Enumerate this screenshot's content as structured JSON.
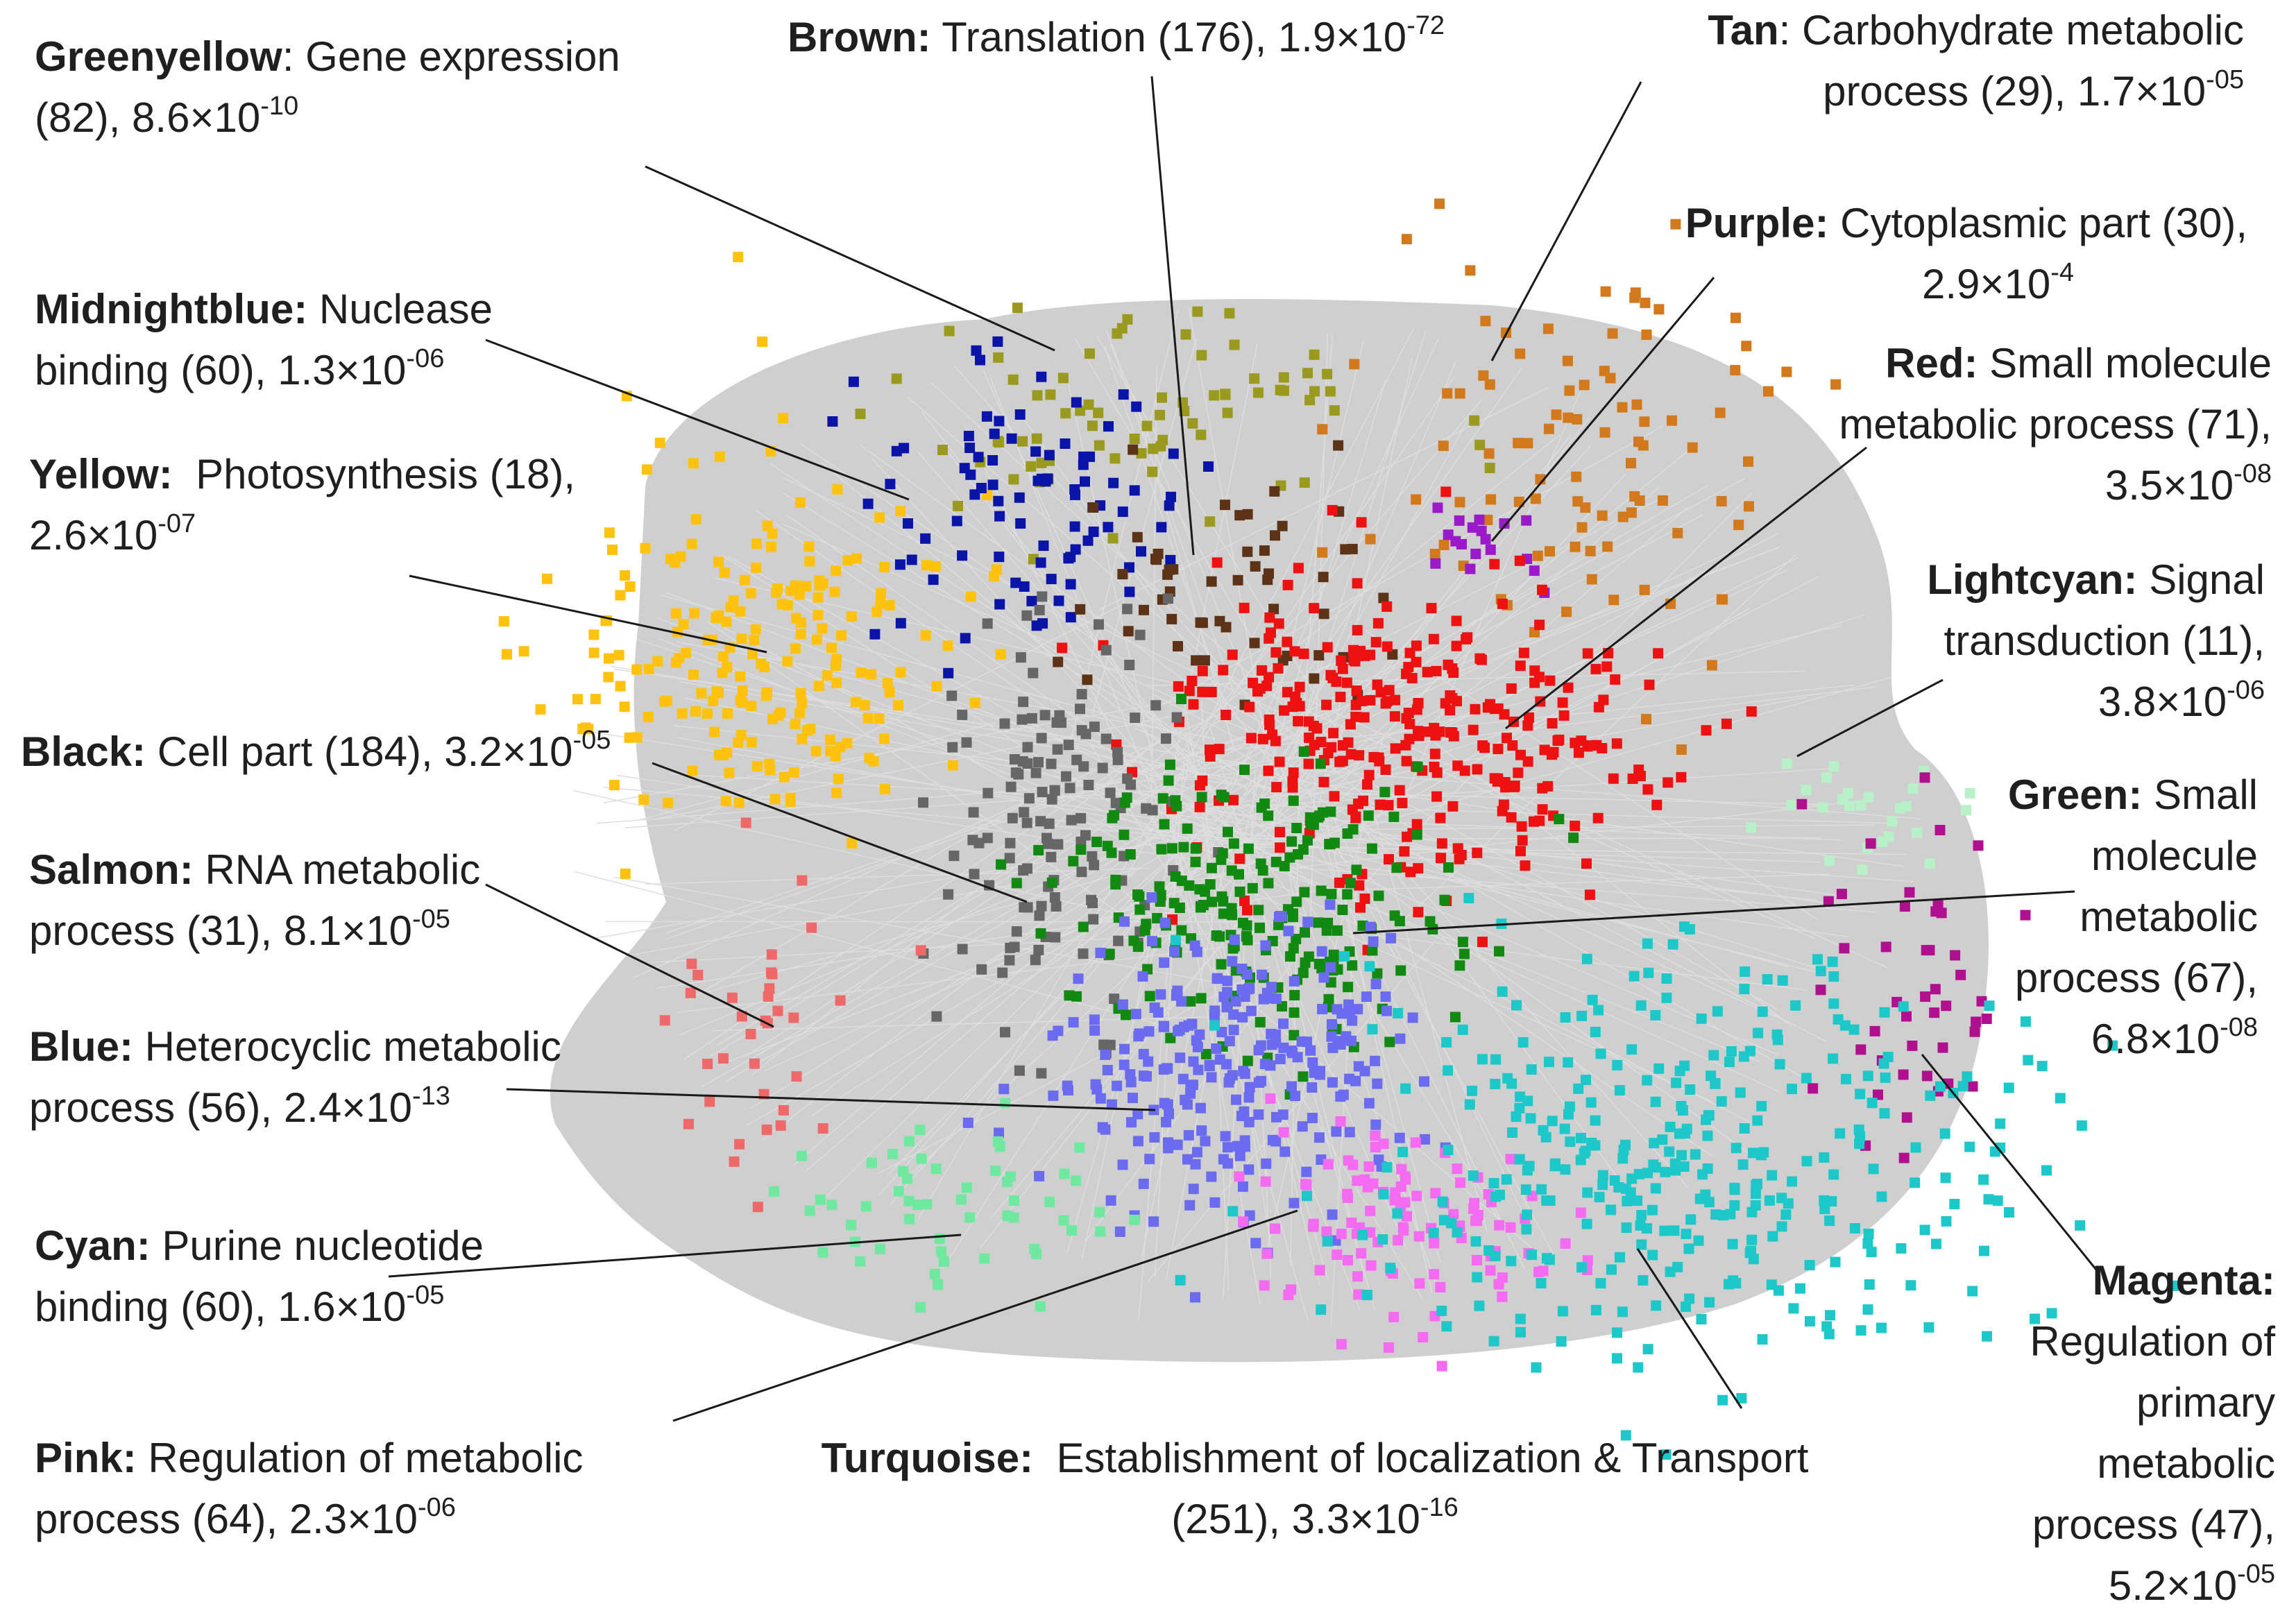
{
  "modules": [
    {
      "id": "greenyellow",
      "name": "Greenyellow",
      "sep": ":",
      "term": "Gene expression",
      "count": "(82)",
      "pbase": "8.6×10",
      "pexp": "-10",
      "color": "#9a9a1e"
    },
    {
      "id": "brown",
      "name": "Brown:",
      "sep": "",
      "term": "Translation",
      "count": "(176)",
      "pbase": "1.9×10",
      "pexp": "-72",
      "color": "#5c3317"
    },
    {
      "id": "tan",
      "name": "Tan",
      "sep": ":",
      "term": "Carbohydrate metabolic process",
      "count": "(29)",
      "pbase": "1.7×10",
      "pexp": "-05",
      "color": "#d2791c"
    },
    {
      "id": "purple",
      "name": "Purple:",
      "sep": "",
      "term": "Cytoplasmic part",
      "count": "(30)",
      "pbase": "2.9×10",
      "pexp": "-4",
      "color": "#9a19c8"
    },
    {
      "id": "midnightblue",
      "name": "Midnightblue:",
      "sep": "",
      "term": "Nuclease binding",
      "count": "(60)",
      "pbase": "1.3×10",
      "pexp": "-06",
      "color": "#0a14a8"
    },
    {
      "id": "red",
      "name": "Red:",
      "sep": "",
      "term": "Small molecule metabolic process",
      "count": "(71)",
      "pbase": "3.5×10",
      "pexp": "-08",
      "color": "#ee1111"
    },
    {
      "id": "yellow",
      "name": "Yellow:",
      "sep": "",
      "term": "Photosynthesis",
      "count": "(18)",
      "pbase": "2.6×10",
      "pexp": "-07",
      "color": "#ffc20e"
    },
    {
      "id": "lightcyan",
      "name": "Lightcyan:",
      "sep": "",
      "term": "Signal transduction",
      "count": "(11)",
      "pbase": "3.8×10",
      "pexp": "-06",
      "color": "#b8f0c8"
    },
    {
      "id": "black",
      "name": "Black:",
      "sep": "",
      "term": "Cell part",
      "count": "(184)",
      "pbase": "3.2×10",
      "pexp": "-05",
      "color": "#666666"
    },
    {
      "id": "green",
      "name": "Green:",
      "sep": "",
      "term": "Small molecule metabolic process",
      "count": "(67)",
      "pbase": "6.8×10",
      "pexp": "-08",
      "color": "#128a12"
    },
    {
      "id": "salmon",
      "name": "Salmon:",
      "sep": "",
      "term": "RNA metabolic process",
      "count": "(31)",
      "pbase": "8.1×10",
      "pexp": "-05",
      "color": "#ee6a6a"
    },
    {
      "id": "blue",
      "name": "Blue:",
      "sep": "",
      "term": "Heterocyclic metabolic process",
      "count": "(56)",
      "pbase": "2.4×10",
      "pexp": "-13",
      "color": "#6b6bf0"
    },
    {
      "id": "cyan",
      "name": "Cyan:",
      "sep": "",
      "term": "Purine nucleotide binding",
      "count": "(60)",
      "pbase": "1.6×10",
      "pexp": "-05",
      "color": "#6fe8a0"
    },
    {
      "id": "magenta",
      "name": "Magenta:",
      "sep": "",
      "term": "Regulation of primary metabolic process",
      "count": "(47)",
      "pbase": "5.2×10",
      "pexp": "-05",
      "color": "#b0108e"
    },
    {
      "id": "pink",
      "name": "Pink:",
      "sep": "",
      "term": "Regulation of metabolic process",
      "count": "(64)",
      "pbase": "2.3×10",
      "pexp": "-06",
      "color": "#f46af0"
    },
    {
      "id": "turquoise",
      "name": "Turquoise:",
      "sep": "",
      "term": "Establishment of localization & Transport",
      "count": "(251)",
      "pbase": "3.3×10",
      "pexp": "-16",
      "color": "#1ec8c8"
    }
  ],
  "colors": {
    "background": "#ffffff",
    "edges": "#cfcfcf",
    "leader": "#1a1a1a",
    "text": "#1f1f1f"
  }
}
